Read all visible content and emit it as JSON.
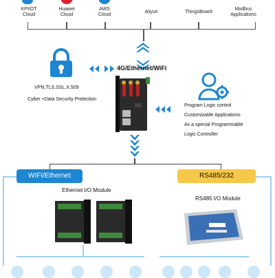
{
  "clouds": [
    {
      "label": "KPIIOT\nCloud",
      "icon": "kpiiot-cloud-icon"
    },
    {
      "label": "Huawei\nCloud",
      "icon": "huawei-logo-icon"
    },
    {
      "label": "AWS\nCloud",
      "icon": "aws-cloud-icon"
    },
    {
      "label": "Aliyun",
      "icon": "aliyun-cloud-icon"
    },
    {
      "label": "ThingsBoard",
      "icon": "thingsboard-icon"
    },
    {
      "label": "Modbus\nApplications",
      "icon": "modbus-icon"
    }
  ],
  "connectivity": "4G/Ethernet/WiFi",
  "security": {
    "protocols": "VPN,TLS,SSL,X.509",
    "description": "Cyber +Data Security Protection",
    "icon": "padlock-icon"
  },
  "programming": {
    "lines": [
      "Program Logic control",
      "Customizable Applications",
      "As a special Programmable",
      "Logic Controller"
    ],
    "icon": "user-gear-icon"
  },
  "left_branch": {
    "label": "WIFI/Ethernet",
    "module": "Ethernet I/O Module"
  },
  "right_branch": {
    "label": "RS485/232",
    "module": "RS485 I/O Module"
  },
  "colors": {
    "accent_blue": "#1e86d0",
    "accent_yellow": "#f6c84a",
    "line_blue": "#9fd0ee"
  }
}
